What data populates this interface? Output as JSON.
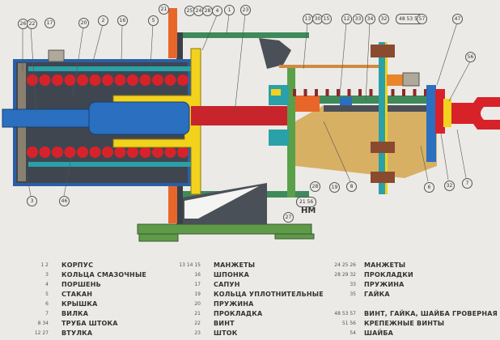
{
  "callouts_top": [
    "26",
    "22",
    "17",
    "20",
    "2",
    "16",
    "5",
    "21",
    "25",
    "24",
    "28",
    "4",
    "1",
    "23",
    "13",
    "30",
    "15",
    "12",
    "33",
    "34",
    "32",
    "48 53 57",
    "57",
    "47",
    "56"
  ],
  "callouts_bottom": [
    "3",
    "46",
    "27",
    "21 56",
    "28",
    "19",
    "8",
    "6",
    "32",
    "7"
  ],
  "hm_label": "НМ",
  "legend": {
    "col1": [
      {
        "nums": "1 2",
        "label": "КОРПУС"
      },
      {
        "nums": "3",
        "label": "КОЛЬЦА СМАЗОЧНЫЕ"
      },
      {
        "nums": "4",
        "label": "ПОРШЕНЬ"
      },
      {
        "nums": "5",
        "label": "СТАКАН"
      },
      {
        "nums": "6",
        "label": "КРЫШКА"
      },
      {
        "nums": "7",
        "label": "ВИЛКА"
      },
      {
        "nums": "8 34",
        "label": "ТРУБА ШТОКА"
      },
      {
        "nums": "12 27",
        "label": "ВТУЛКА"
      }
    ],
    "col2": [
      {
        "nums": "13 14 15",
        "label": "МАНЖЕТЫ"
      },
      {
        "nums": "16",
        "label": "ШПОНКА"
      },
      {
        "nums": "17",
        "label": "САПУН"
      },
      {
        "nums": "19",
        "label": "КОЛЬЦА УПЛОТНИТЕЛЬНЫЕ"
      },
      {
        "nums": "20",
        "label": "ПРУЖИНА"
      },
      {
        "nums": "21",
        "label": "ПРОКЛАДКА"
      },
      {
        "nums": "22",
        "label": "ВИНТ"
      },
      {
        "nums": "23",
        "label": "ШТОК"
      }
    ],
    "col3": [
      {
        "nums": "24 25 26",
        "label": "МАНЖЕТЫ"
      },
      {
        "nums": "28 29 32",
        "label": "ПРОКЛАДКИ"
      },
      {
        "nums": "33",
        "label": "ПРУЖИНА"
      },
      {
        "nums": "35",
        "label": "ГАЙКА"
      },
      {
        "nums": "48 53 57",
        "label": "ВИНТ, ГАЙКА, ШАЙБА ГРОВЕРНАЯ"
      },
      {
        "nums": "51 56",
        "label": "КРЕПЕЖНЫЕ ВИНТЫ"
      },
      {
        "nums": "54",
        "label": "ШАЙБА"
      }
    ]
  },
  "colors": {
    "housing": "#2a5fa8",
    "spring": "#d8222a",
    "piston": "#f2d21c",
    "rod": "#c8242c",
    "plate": "#e8662a",
    "frame": "#3f8a5a",
    "cover": "#d8b064",
    "flange": "#2aa0a8",
    "dark": "#4a5058"
  }
}
